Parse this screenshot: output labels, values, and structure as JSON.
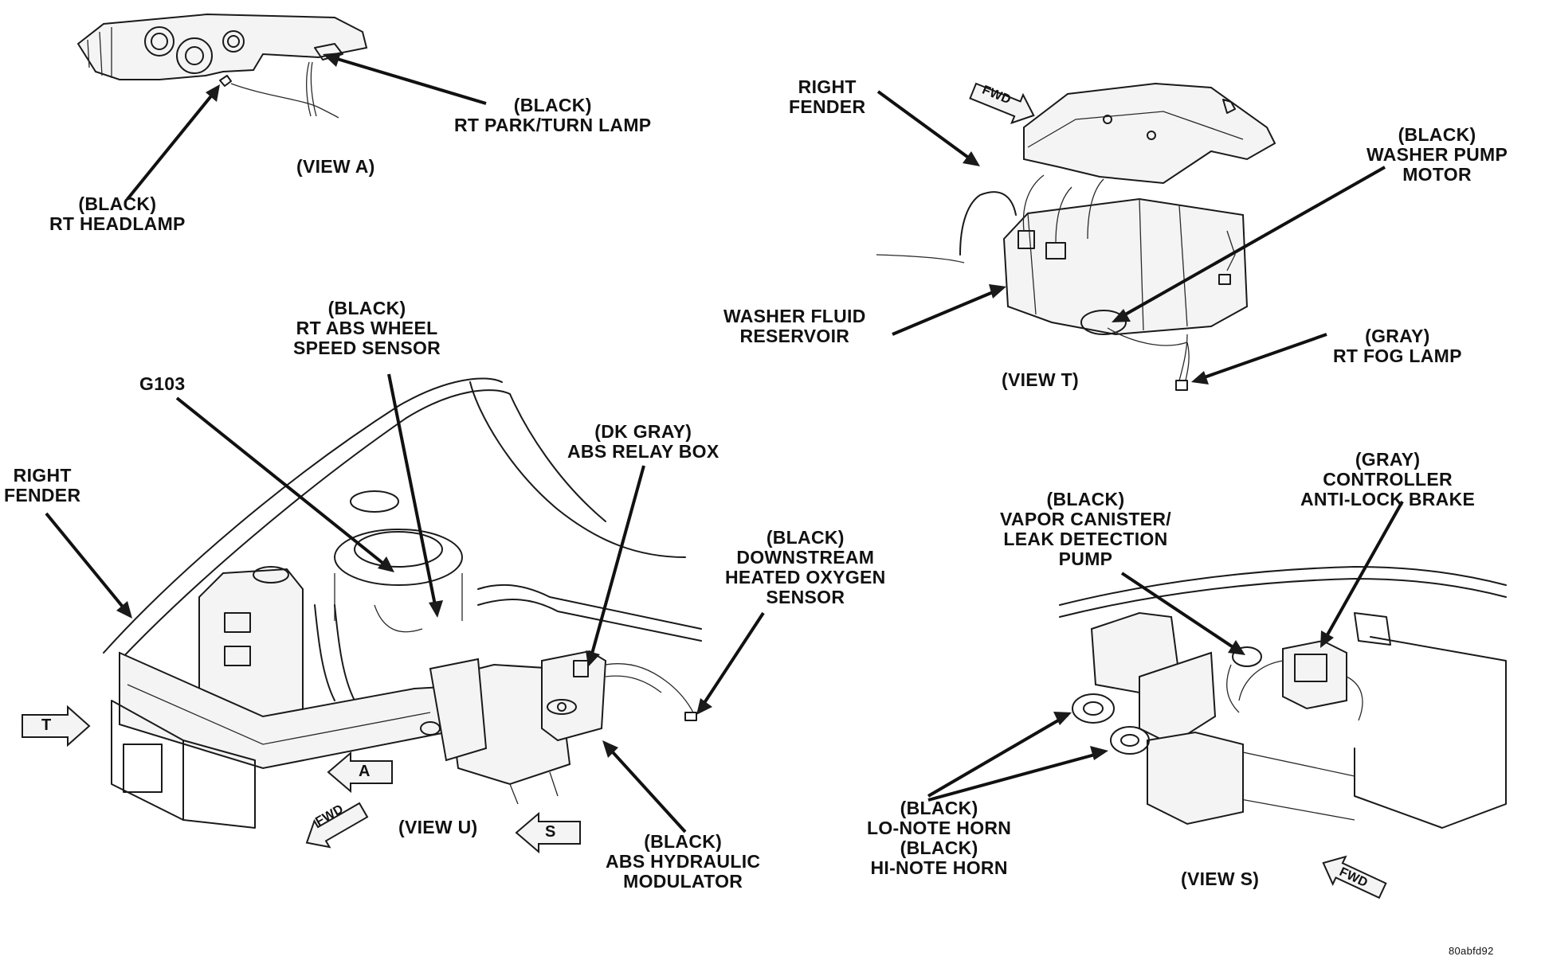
{
  "labels": {
    "view_a": "(VIEW A)",
    "rt_park_turn": [
      "(BLACK)",
      "RT PARK/TURN LAMP"
    ],
    "rt_headlamp": [
      "(BLACK)",
      "RT HEADLAMP"
    ],
    "right_fender_t": [
      "RIGHT",
      "FENDER"
    ],
    "fwd": "FWD",
    "washer_pump_motor": [
      "(BLACK)",
      "WASHER PUMP",
      "MOTOR"
    ],
    "washer_fluid_reservoir": [
      "WASHER FLUID",
      "RESERVOIR"
    ],
    "rt_fog_lamp": [
      "(GRAY)",
      "RT FOG LAMP"
    ],
    "view_t": "(VIEW T)",
    "rt_abs_wheel_speed_sensor": [
      "(BLACK)",
      "RT ABS WHEEL",
      "SPEED SENSOR"
    ],
    "g103": "G103",
    "right_fender_u": [
      "RIGHT",
      "FENDER"
    ],
    "abs_relay_box": [
      "(DK GRAY)",
      "ABS RELAY BOX"
    ],
    "downstream_o2": [
      "(BLACK)",
      "DOWNSTREAM",
      "HEATED OXYGEN",
      "SENSOR"
    ],
    "view_u": "(VIEW U)",
    "abs_hydraulic_modulator": [
      "(BLACK)",
      "ABS HYDRAULIC",
      "MODULATOR"
    ],
    "vapor_canister": [
      "(BLACK)",
      "VAPOR CANISTER/",
      "LEAK DETECTION",
      "PUMP"
    ],
    "controller_antilock": [
      "(GRAY)",
      "CONTROLLER",
      "ANTI-LOCK BRAKE"
    ],
    "horns": [
      "(BLACK)",
      "LO-NOTE HORN",
      "(BLACK)",
      "HI-NOTE HORN"
    ],
    "view_s": "(VIEW S)",
    "ref_code": "80abfd92",
    "view_letter_t": "T",
    "view_letter_a": "A",
    "view_letter_s": "S"
  },
  "colors": {
    "ink": "#111111",
    "paper": "#ffffff"
  }
}
